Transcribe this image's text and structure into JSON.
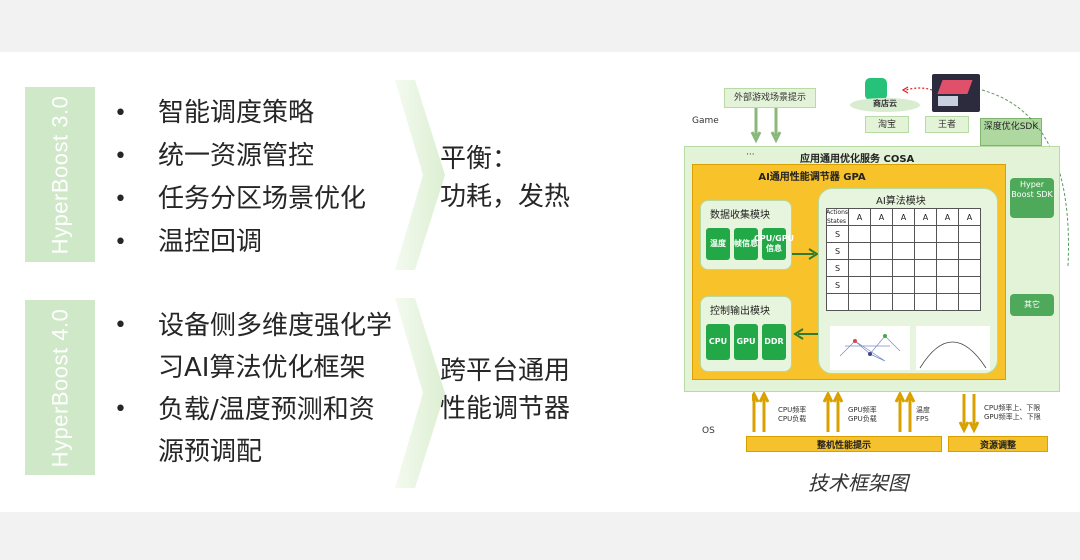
{
  "left": {
    "v3": {
      "label": "HyperBoost 3.0",
      "bullets": [
        "智能调度策略",
        "统一资源管控",
        "任务分区场景优化",
        "温控回调"
      ],
      "result": "平衡：\n功耗，发热"
    },
    "v4": {
      "label": "HyperBoost 4.0",
      "bullets": [
        "设备侧多维度强化学习AI算法优化框架",
        "负载/温度预测和资源预调配"
      ],
      "result": "跨平台通用\n性能调节器"
    }
  },
  "diagram": {
    "game_label": "Game",
    "os_label": "OS",
    "external_hint": "外部游戏场景提示",
    "store_cloud": "商店云",
    "taobao": "淘宝",
    "wangzhe": "王者",
    "deep_sdk": "深度优化SDK",
    "dots": "···",
    "cosa": "应用通用优化服务  COSA",
    "gpa": "AI通用性能调节器  GPA",
    "data_collect": "数据收集模块",
    "data_buttons": [
      "温度",
      "帧信息",
      "CPU/GPU信息"
    ],
    "ctrl_out": "控制输出模块",
    "ctrl_buttons": [
      "CPU",
      "GPU",
      "DDR"
    ],
    "ai_algo": "AI算法模块",
    "actions": "Actions",
    "states": "States",
    "col_header": "A",
    "row_header": "S",
    "hyper_sdk": "Hyper Boost SDK",
    "other": "其它",
    "os_notes": [
      "CPU频率\nCPU负载",
      "GPU频率\nGPU负载",
      "温度\nFPS",
      "CPU频率上、下限\nGPU频率上、下限"
    ],
    "machine_hint": "整机性能提示",
    "resource_adjust": "资源调整",
    "caption": "技术框架图"
  },
  "colors": {
    "accent_green": "#22a847",
    "panel_green": "#e3f3d7",
    "orange": "#f5c12c",
    "label_green": "#cfe8c8"
  }
}
